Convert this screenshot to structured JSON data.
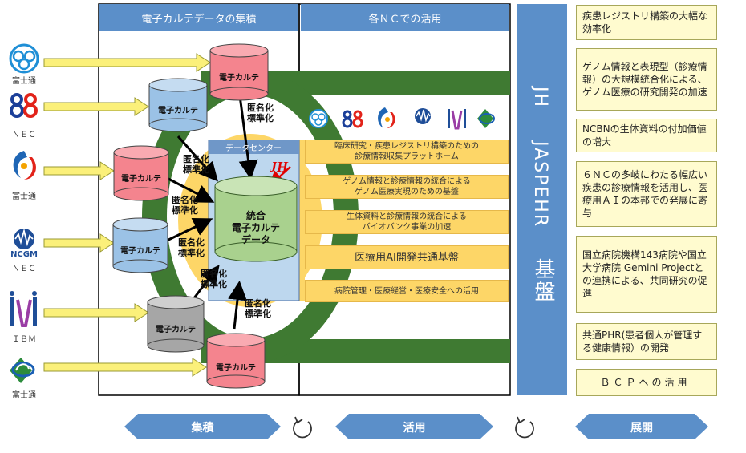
{
  "headers": {
    "collection": "電子カルテデータの集積",
    "utilization": "各ＮＣでの活用"
  },
  "vendors": [
    {
      "caption": "富士通"
    },
    {
      "caption": "ＮＥＣ"
    },
    {
      "caption": "富士通"
    },
    {
      "caption": "ＮＥＣ"
    },
    {
      "caption": "ＩＢＭ"
    },
    {
      "caption": "富士通"
    }
  ],
  "logo_text": {
    "ncgm": "NCGM"
  },
  "emr_label": "電子カルテ",
  "anonymize_label_1": "匿名化",
  "anonymize_label_2": "標準化",
  "data_center": "データセンター",
  "jh_logo": "JH",
  "integrated": {
    "line1": "統合",
    "line2": "電子カルテ",
    "line3": "データ"
  },
  "uses": [
    {
      "line1": "臨床研究・疾患レジストリ構築のための",
      "line2": "診療情報収集プラットホーム"
    },
    {
      "line1": "ゲノム情報と診療情報の統合による",
      "line2": "ゲノム医療実現のための基盤"
    },
    {
      "line1": "生体資料と診療情報の統合による",
      "line2": "バイオバンク事業の加速"
    },
    {
      "line1": "医療用AI開発共通基盤",
      "line2": ""
    },
    {
      "line1": "病院管理・医療経営・医療安全への活用",
      "line2": ""
    }
  ],
  "platform": {
    "line1": "JH",
    "line2": "JASPEHR",
    "line3": "基盤"
  },
  "outcomes": [
    "疾患レジストリ構築の大幅な効率化",
    "ゲノム情報と表現型（診療情報）の大規模統合化による、ゲノム医療の研究開発の加速",
    "NCBNの生体資料の付加価値の増大",
    "６ＮＣの多岐にわたる幅広い疾患の診療情報を活用し、医療用ＡＩの本邦での発展に寄与",
    "国立病院機構143病院や国立大学病院 Gemini Projectとの連携による、共同研究の促進",
    "共通PHR(患者個人が管理する健康情報）の開発",
    "ＢＣＰへの活用"
  ],
  "phases": {
    "collect": "集積",
    "use": "活用",
    "expand": "展開"
  },
  "colors": {
    "header_blue": "#5b8fc9",
    "jh_blue": "#5b8fc9",
    "green_ring": "#3f7a32",
    "cyl_red": "#f4848e",
    "cyl_blue": "#9bc2e6",
    "cyl_gray": "#a6a6a6",
    "cyl_green": "#a9d18e",
    "use_yellow": "#fdd667",
    "outcome_bg": "#fffbcf"
  }
}
